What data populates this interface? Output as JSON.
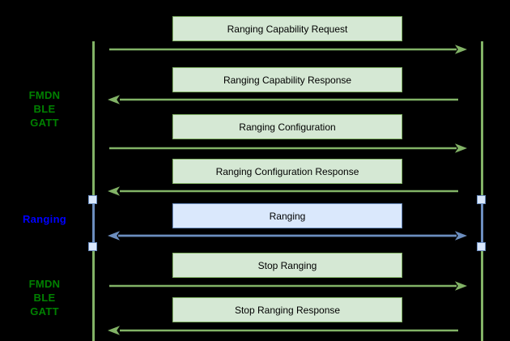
{
  "side_labels": {
    "top": [
      "FMDN",
      "BLE",
      "GATT"
    ],
    "middle": "Ranging",
    "bottom": [
      "FMDN",
      "BLE",
      "GATT"
    ]
  },
  "messages": [
    {
      "label": "Ranging Capability Request",
      "direction": "left-to-right"
    },
    {
      "label": "Ranging Capability Response",
      "direction": "right-to-left"
    },
    {
      "label": "Ranging Configuration",
      "direction": "left-to-right"
    },
    {
      "label": "Ranging Configuration Response",
      "direction": "right-to-left"
    },
    {
      "label": "Ranging",
      "direction": "bidirectional"
    },
    {
      "label": "Stop Ranging",
      "direction": "left-to-right"
    },
    {
      "label": "Stop Ranging Response",
      "direction": "right-to-left"
    }
  ],
  "colors": {
    "background": "#000000",
    "gatt_box_fill": "#d5e8d4",
    "gatt_box_stroke": "#82b366",
    "ranging_box_fill": "#dae8fc",
    "ranging_box_stroke": "#6c8ebf",
    "gatt_label_text": "#008000",
    "ranging_label_text": "#0000FF",
    "box_text": "#000000"
  }
}
